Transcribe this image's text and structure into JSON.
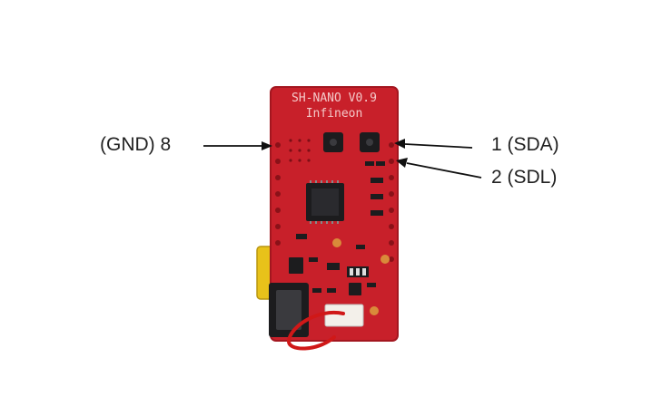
{
  "board": {
    "silkscreen_title": "SH-NANO V0.9",
    "silkscreen_brand": "Infineon",
    "colors": {
      "pcb": "#c8202a",
      "pcb_edge": "#a3161f",
      "chip": "#1c1c1e",
      "pad": "#d98a3a",
      "connector": "#e8c21a",
      "wire": "#d01818",
      "arrow": "#111111"
    }
  },
  "annotations": {
    "gnd_label": "(GND) 8",
    "sda_label": "1 (SDA)",
    "sdl_label": "2 (SDL)"
  }
}
